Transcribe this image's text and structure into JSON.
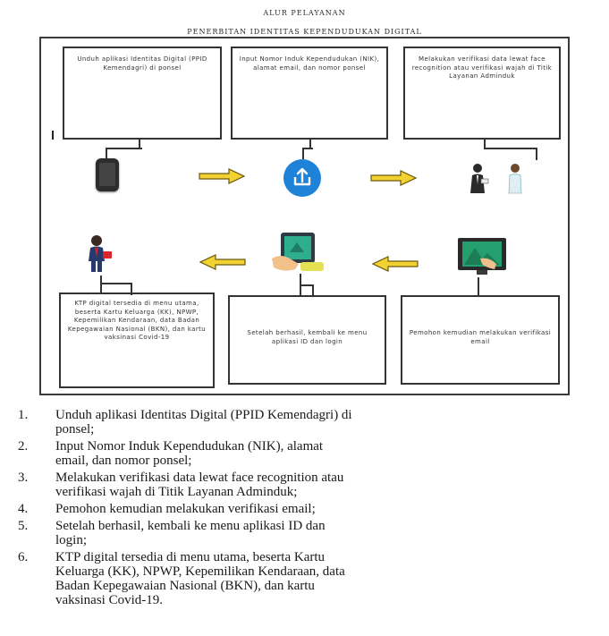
{
  "header": {
    "title": "ALUR PELAYANAN",
    "subtitle": "PENERBITAN IDENTITAS KEPENDUDUKAN DIGITAL"
  },
  "flow": {
    "boxes": [
      {
        "text": "Unduh aplikasi Identitas Digital (PPID Kemendagri) di ponsel"
      },
      {
        "text": "Input Nomor Induk Kependudukan (NIK), alamat email, dan nomor ponsel"
      },
      {
        "text": "Melakukan verifikasi data lewat face recognition atau verifikasi wajah di Titik Layanan Adminduk"
      },
      {
        "text": "KTP digital tersedia di menu utama, beserta Kartu Keluarga (KK), NPWP, Kepemilikan Kendaraan, data Badan Kepegawaian Nasional (BKN), dan kartu vaksinasi Covid-19"
      },
      {
        "text": "Setelah berhasil, kembali ke menu aplikasi ID dan login"
      },
      {
        "text": "Pemohon kemudian melakukan verifikasi email"
      }
    ],
    "colors": {
      "arrow": "#f2d230",
      "arrow_outline": "#6b5a10",
      "upload": "#1e82d8",
      "screen": "#2fae8e"
    },
    "icons": [
      "phone-icon",
      "upload-icon",
      "officer-icon",
      "person-icon",
      "tablet-hand-icon",
      "monitor-icon"
    ]
  },
  "steps": [
    {
      "num": "1.",
      "text": "Unduh aplikasi Identitas Digital (PPID Kemendagri) di\nponsel;"
    },
    {
      "num": "2.",
      "text": "Input  Nomor  Induk  Kependudukan  (NIK),  alamat\nemail, dan nomor ponsel;"
    },
    {
      "num": "3.",
      "text": "Melakukan verifikasi data lewat face recognition atau\nverifikasi wajah di Titik Layanan Adminduk;"
    },
    {
      "num": "4.",
      "text": "Pemohon kemudian melakukan verifikasi email;"
    },
    {
      "num": "5.",
      "text": "Setelah berhasil, kembali ke menu aplikasi ID dan\nlogin;"
    },
    {
      "num": "6.",
      "text": "KTP digital tersedia di menu utama, beserta Kartu\nKeluarga (KK), NPWP, Kepemilikan Kendaraan, data\nBadan  Kepegawaian  Nasional  (BKN),  dan  kartu\nvaksinasi Covid-19."
    }
  ]
}
